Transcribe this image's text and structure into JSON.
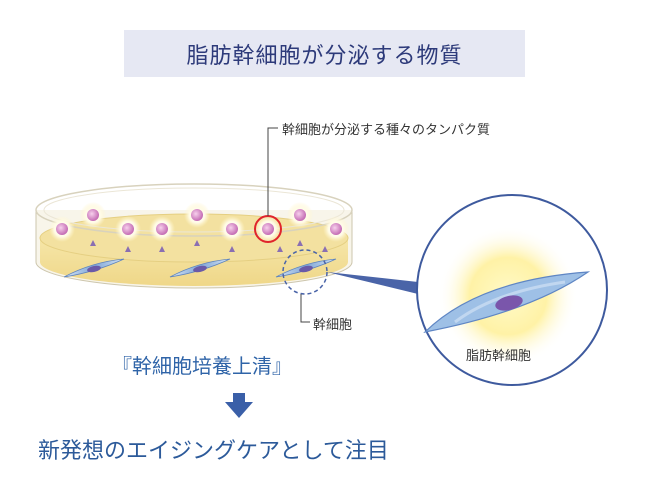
{
  "title": "脂肪幹細胞が分泌する物質",
  "labels": {
    "proteins": "幹細胞が分泌する種々のタンパク質",
    "stem_cell": "幹細胞",
    "zoom_cell": "脂肪幹細胞"
  },
  "culture_text": "『幹細胞培養上清』",
  "conclusion_text": "新発想のエイジングケアとして注目",
  "icons": [
    "petri-dish-icon",
    "protein-particle-icon",
    "stem-cell-icon",
    "magnifier-circle-icon",
    "down-arrow-icon",
    "highlight-ring-icon"
  ],
  "colors": {
    "title_bg": "#e6e8f3",
    "title_text": "#2d3a7a",
    "medium": "#f2df98",
    "highlight": "#e0242b",
    "accent_blue": "#4a64a8"
  }
}
